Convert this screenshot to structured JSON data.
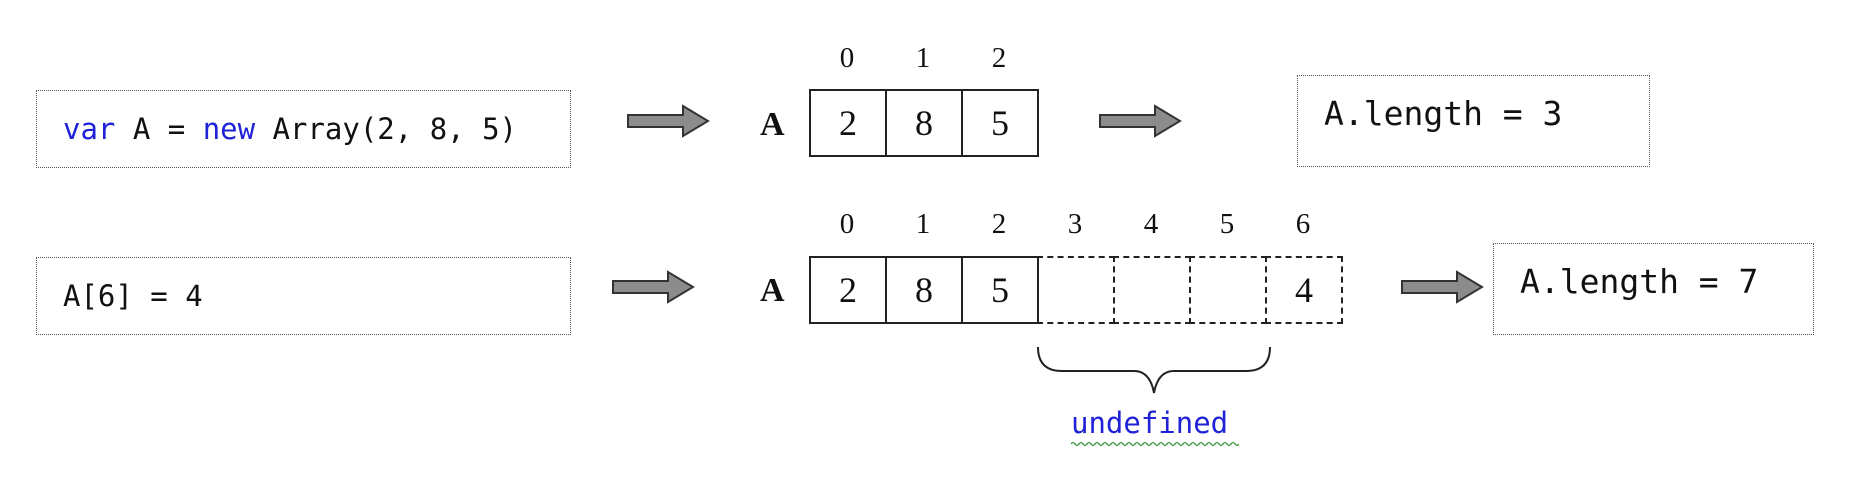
{
  "row1": {
    "code": {
      "kw1": "var",
      "mid": " A = ",
      "kw2": "new",
      "rest": " Array(2, 8, 5)"
    },
    "array_label": "A",
    "indices": [
      "0",
      "1",
      "2"
    ],
    "values": [
      "2",
      "8",
      "5"
    ],
    "result": "A.length = 3"
  },
  "row2": {
    "code": "A[6] = 4",
    "array_label": "A",
    "indices": [
      "0",
      "1",
      "2",
      "3",
      "4",
      "5",
      "6"
    ],
    "values": [
      "2",
      "8",
      "5",
      "",
      "",
      "",
      "4"
    ],
    "result": "A.length = 7"
  },
  "brace_label": "undefined",
  "colors": {
    "keyword": "#1f22d6",
    "arrow_fill": "#8c8c8c",
    "undefined_text": "#1f22d6",
    "squiggle": "#3a9a3a"
  }
}
